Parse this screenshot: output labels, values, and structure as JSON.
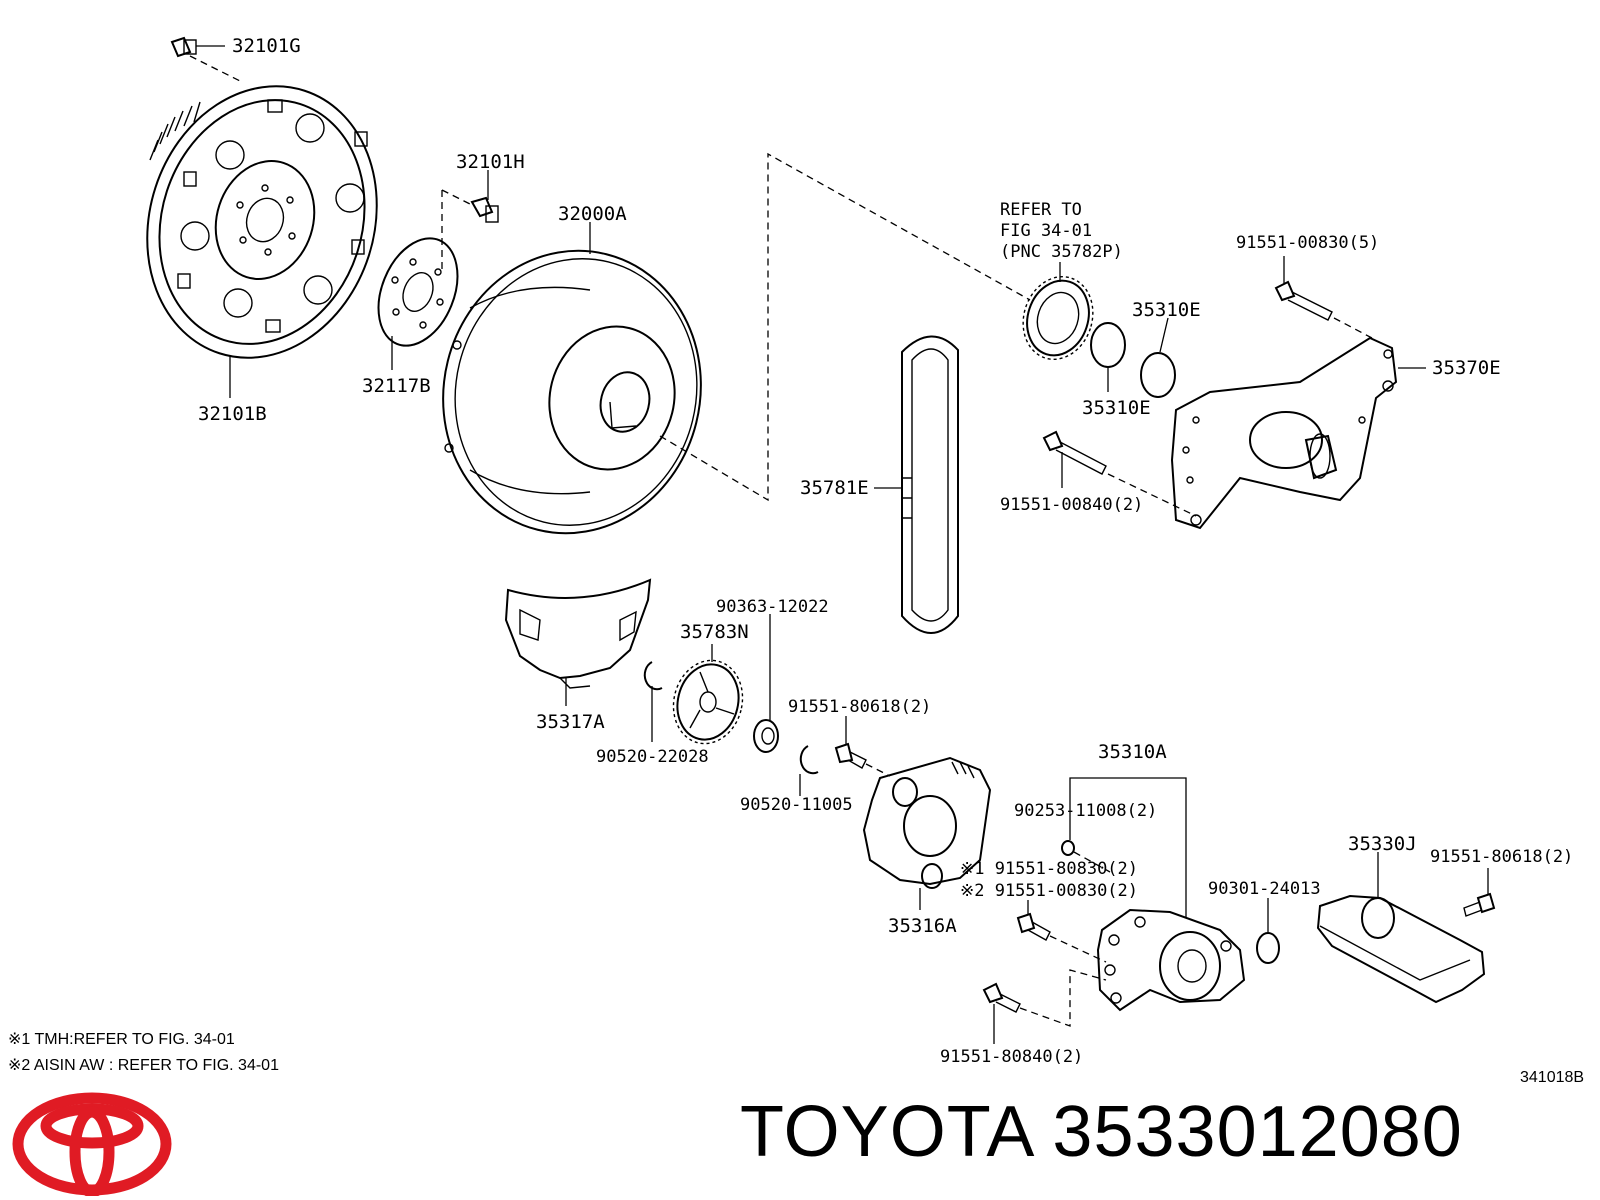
{
  "diagram": {
    "part_labels": [
      "32101G",
      "32101H",
      "32000A",
      "32101B",
      "32117B",
      "35310E",
      "35310E",
      "35370E",
      "35781E",
      "35783N",
      "35317A",
      "35310A",
      "35330J",
      "35316A"
    ],
    "reference_note": [
      "REFER TO",
      "FIG 34-01",
      "(PNC 35782P)"
    ],
    "fastener_labels": [
      "91551-00830(5)",
      "91551-00840(2)",
      "90363-12022",
      "91551-80618(2)",
      "90520-22028",
      "90520-11005",
      "90253-11008(2)",
      "※1 91551-80830(2)",
      "※2 91551-00830(2)",
      "90301-24013",
      "91551-80618(2)",
      "91551-80840(2)"
    ],
    "footnotes": [
      "※1 TMH:REFER TO FIG. 34-01",
      "※2 AISIN AW : REFER TO FIG. 34-01"
    ],
    "figure_code": "341018B"
  },
  "branding": {
    "logo_icon": "toyota-logo-icon",
    "accent_color": "#e01b24",
    "title": "TOYOTA 3533012080"
  }
}
